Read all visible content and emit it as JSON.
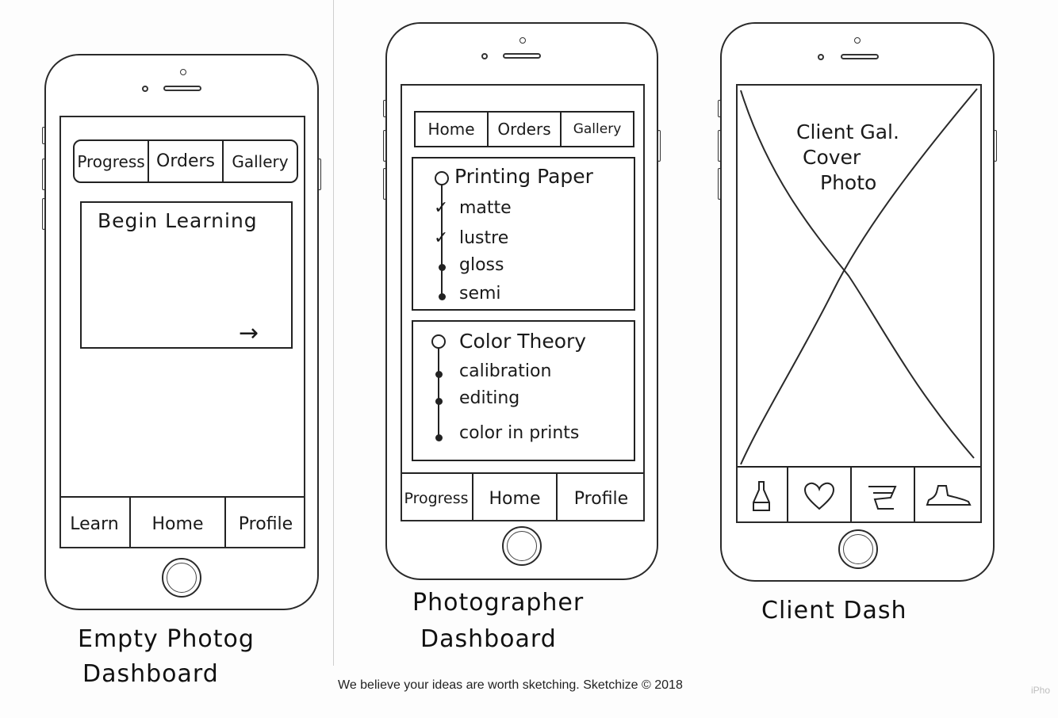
{
  "phones": {
    "empty": {
      "top_tabs": [
        "Progress",
        "Orders",
        "Gallery"
      ],
      "card_title": "Begin Learning",
      "arrow_glyph": "→",
      "bottom_tabs": [
        "Learn",
        "Home",
        "Profile"
      ],
      "caption_line1": "Empty Photog",
      "caption_line2": "Dashboard"
    },
    "photographer": {
      "top_tabs": [
        "Home",
        "Orders",
        "Gallery"
      ],
      "topic1": {
        "title": "Printing Paper",
        "items": [
          "matte",
          "lustre",
          "gloss",
          "semi"
        ],
        "checked": [
          true,
          true,
          false,
          false
        ]
      },
      "topic2": {
        "title": "Color Theory",
        "items": [
          "calibration",
          "editing",
          "color in prints"
        ]
      },
      "bottom_tabs": [
        "Progress",
        "Home",
        "Profile"
      ],
      "caption_line1": "Photographer",
      "caption_line2": "Dashboard"
    },
    "client": {
      "cover_text_line1": "Client Gal.",
      "cover_text_line2": "Cover",
      "cover_text_line3": "Photo",
      "bottom_icons": [
        "bottle-icon",
        "heart-icon",
        "cart-icon",
        "shoe-icon"
      ],
      "caption": "Client Dash"
    }
  },
  "footer": "We believe your ideas are worth sketching. Sketchize © 2018",
  "corner_mark": "iPho"
}
